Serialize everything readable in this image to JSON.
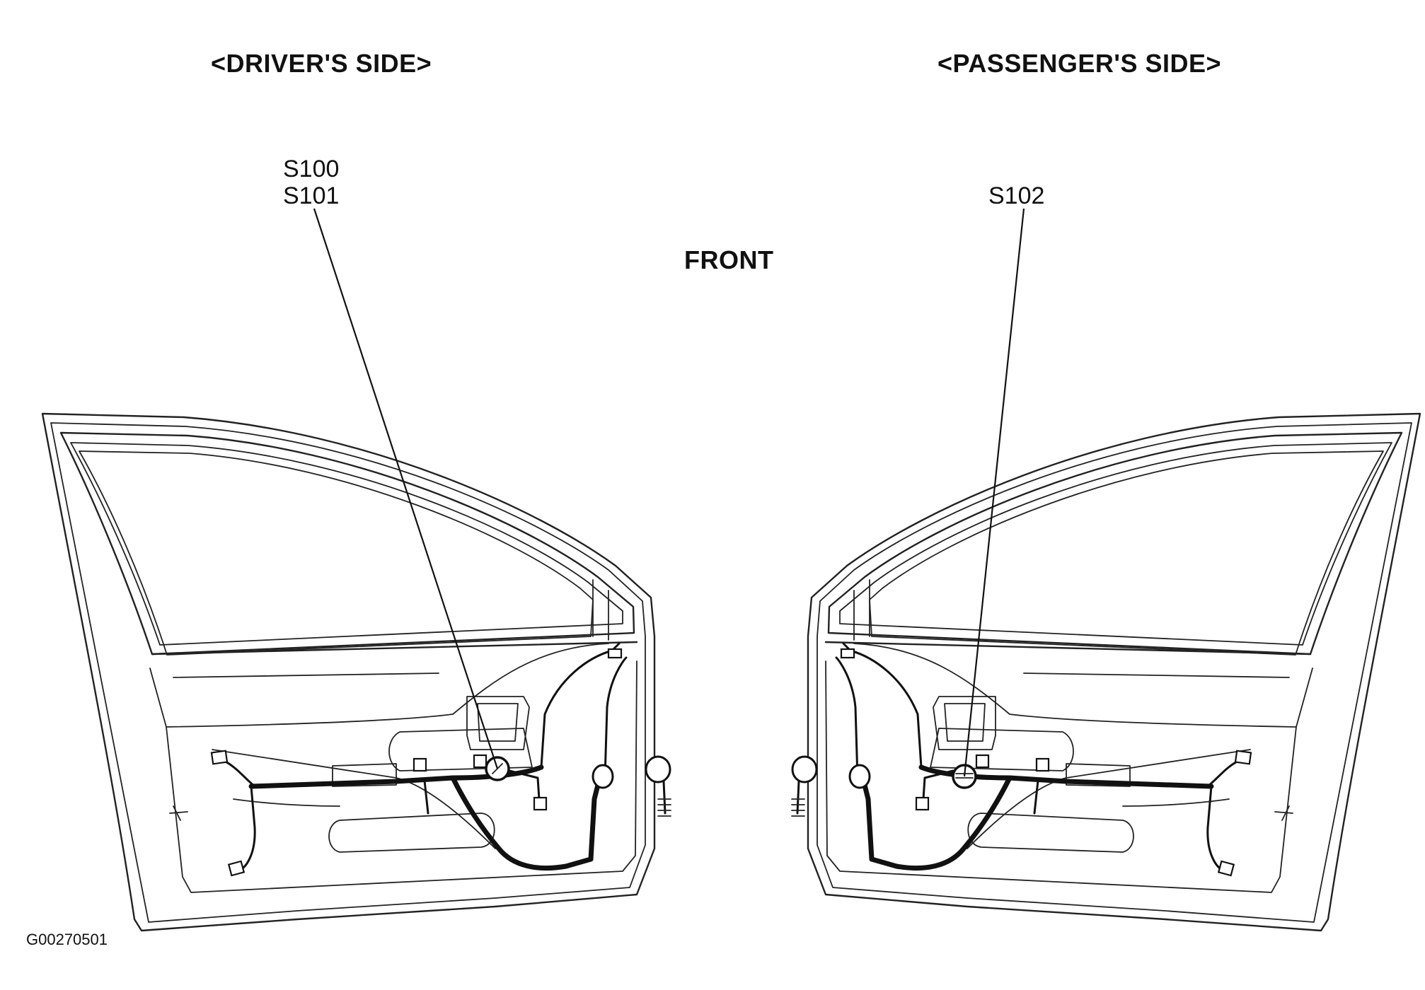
{
  "labels": {
    "driver_side": "<DRIVER'S SIDE>",
    "passenger_side": "<PASSENGER'S SIDE>",
    "front": "FRONT",
    "callout_s100": "S100",
    "callout_s101": "S101",
    "callout_s102": "S102",
    "figure_code": "G00270501"
  }
}
